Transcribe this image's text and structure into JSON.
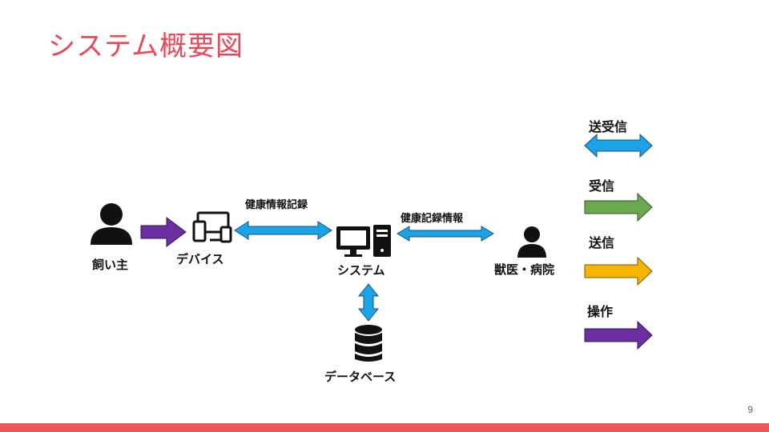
{
  "slide": {
    "title": "システム概要図",
    "page_number": "9"
  },
  "nodes": {
    "owner": "飼い主",
    "device": "デバイス",
    "system": "システム",
    "vet": "獣医・病院",
    "database": "データベース"
  },
  "edges": {
    "device_system": "健康情報記録",
    "system_vet": "健康記録情報"
  },
  "legend": [
    {
      "label": "送受信",
      "color": "#1aa3e8"
    },
    {
      "label": "受信",
      "color": "#6aa84f"
    },
    {
      "label": "送信",
      "color": "#f4b400"
    },
    {
      "label": "操作",
      "color": "#6b2fa0"
    }
  ],
  "colors": {
    "accent": "#e8495a",
    "footer": "#f1555a",
    "bidirectional": "#1aa3e8",
    "operation": "#6b2fa0",
    "icon": "#111111"
  }
}
